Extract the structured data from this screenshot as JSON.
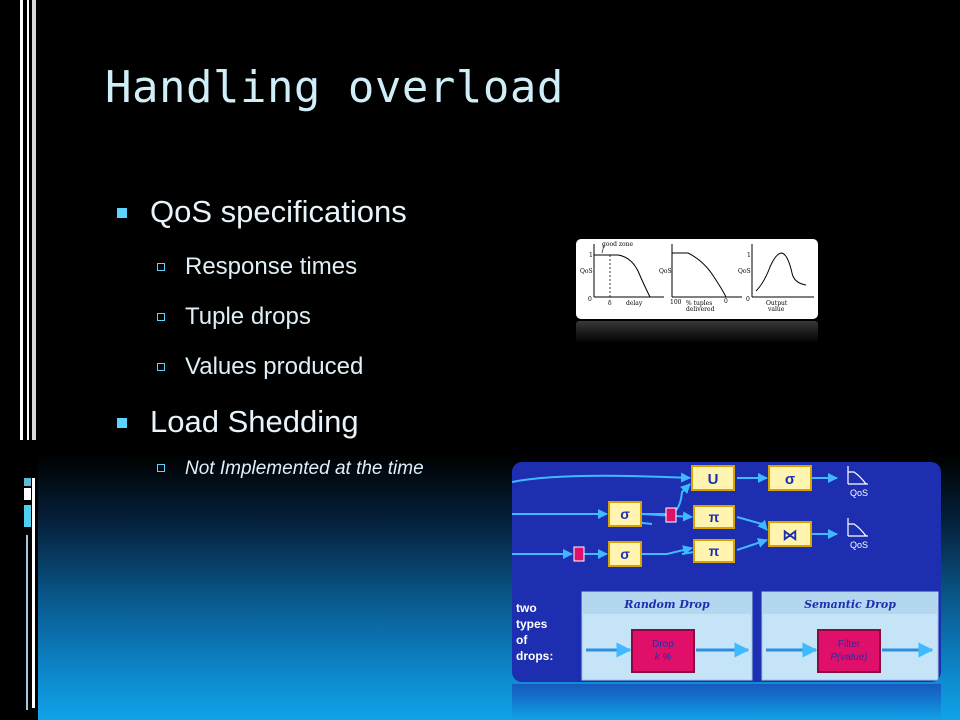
{
  "slide": {
    "title": "Handling overload",
    "bullets": [
      {
        "label": "QoS specifications",
        "sub": [
          "Response times",
          "Tuple drops",
          "Values produced"
        ]
      },
      {
        "label": "Load Shedding",
        "sub": [
          "Not Implemented at the time"
        ]
      }
    ]
  },
  "qos_graphs": {
    "graph1": {
      "good_zone": "good zone",
      "y_label": "QoS",
      "y_top": "1",
      "y_zero": "0",
      "delta": "δ",
      "x_label": "delay"
    },
    "graph2": {
      "y_label": "QoS",
      "x_left": "100",
      "x_right": "0",
      "x_label_1": "% tuples",
      "x_label_2": "delivered"
    },
    "graph3": {
      "y_label": "QoS",
      "y_top": "1",
      "y_zero": "0",
      "x_label_1": "Output",
      "x_label_2": "value"
    }
  },
  "network_diagram": {
    "ops": {
      "union": "U",
      "sigma_top_right": "σ",
      "sigma_mid": "σ",
      "pi_mid": "π",
      "join": "⋈",
      "sigma_bottom": "σ",
      "pi_bottom": "π"
    },
    "qos_labels": [
      "QoS",
      "QoS"
    ],
    "drops_label": [
      "two",
      "types",
      "of",
      "drops:"
    ],
    "random_drop": {
      "title": "Random Drop",
      "box_line1": "Drop",
      "box_line2": "k %"
    },
    "semantic_drop": {
      "title": "Semantic Drop",
      "box_line1": "Filter",
      "box_line2": "P(value)"
    }
  },
  "colors": {
    "title": "#cfeef8",
    "bullet_marker": "#5bd4ff",
    "diagram_bg": "#1d2fb0",
    "operator_box": "#fff4b0",
    "drop_box": "#e0106a"
  }
}
